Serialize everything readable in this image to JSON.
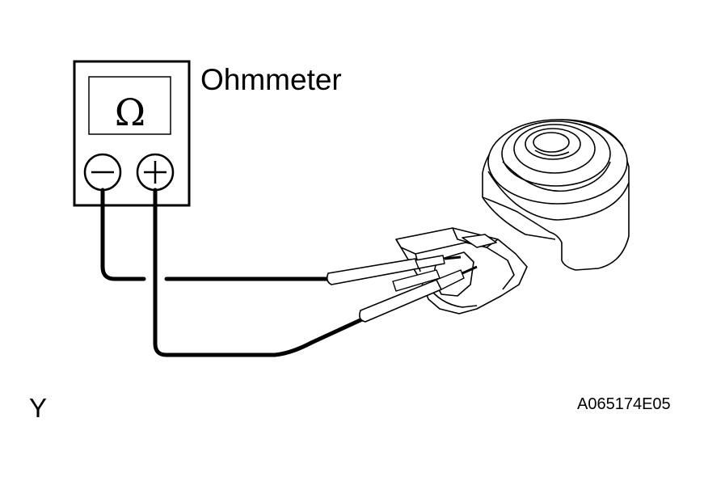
{
  "labels": {
    "meter_name": "Ohmmeter",
    "meter_symbol": "Ω",
    "corner_mark": "Y",
    "figure_code": "A065174E05"
  },
  "colors": {
    "line": "#000000",
    "background": "#ffffff"
  },
  "icons": {
    "negative_terminal": "minus-sign",
    "positive_terminal": "plus-sign"
  }
}
